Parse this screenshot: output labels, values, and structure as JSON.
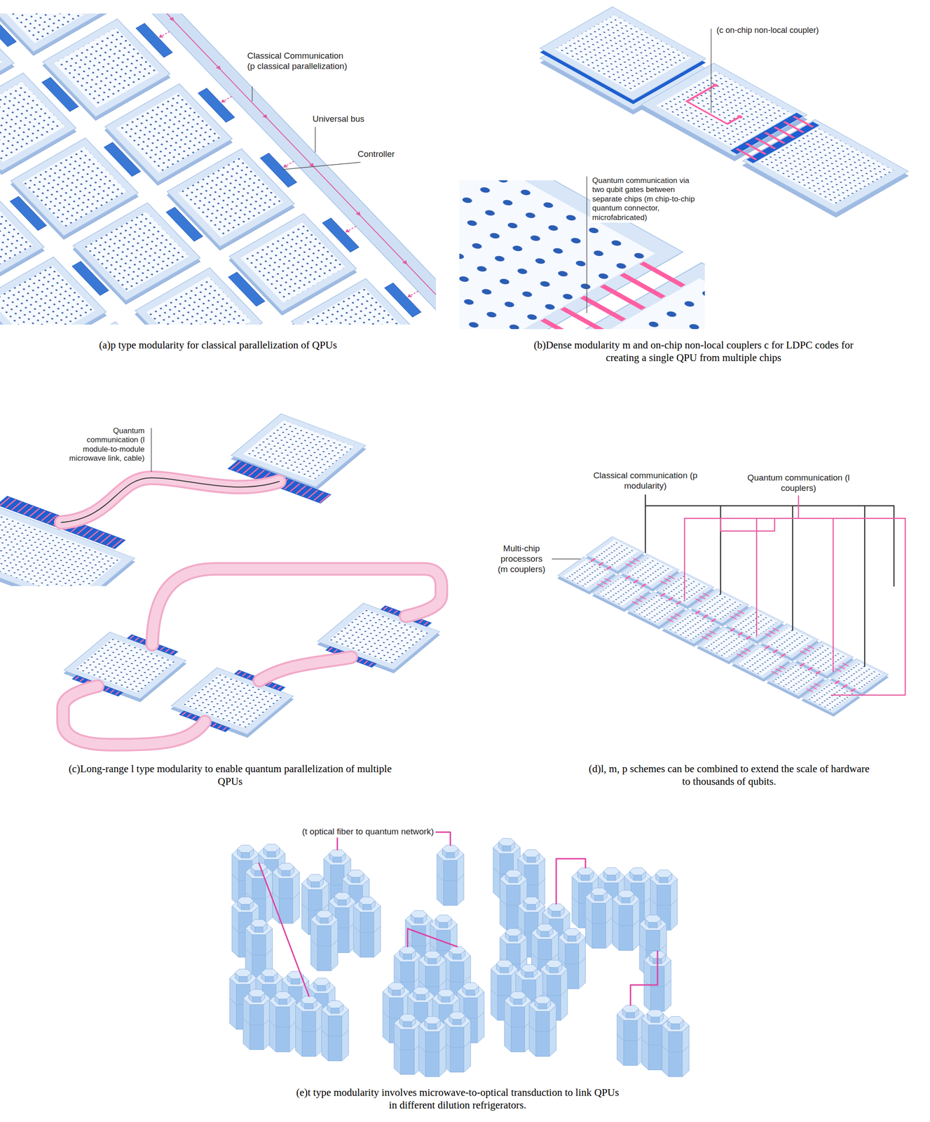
{
  "diagram": {
    "labels": [
      "Classical Communication (p classical parallelization)",
      "Universal bus",
      "Controller",
      "(a)p type modularity for classical parallelization of QPUs",
      "(c on-chip non-local coupler)",
      "Quantum communication via two qubit gates between separate chips (m chip-to-chip quantum connector, microfabricated)",
      "(b)Dense modularity m and on-chip non-local couplers c for LDPC codes for creating a single QPU from multiple chips",
      "Quantum communication (l module-to-module microwave link, cable)",
      "(c)Long-range l type modularity to enable quantum parallelization of multiple QPUs",
      "Classical communication (p modularity)",
      "Quantum communication (l couplers)",
      "Multi-chip processors (m couplers)",
      "(d)l, m, p schemes can be combined to extend the scale of hardware to thousands of qubits.",
      "(t optical fiber to quantum network)",
      "(e)t type modularity involves microwave-to-optical transduction to link QPUs in different dilution refrigerators."
    ]
  }
}
